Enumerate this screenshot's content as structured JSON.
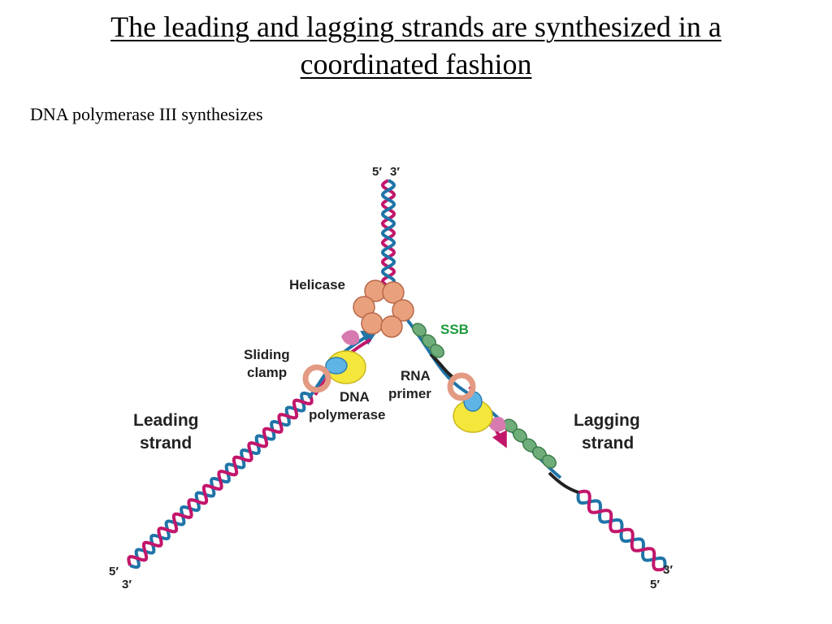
{
  "slide": {
    "title": "The leading and lagging strands are synthesized in a coordinated fashion",
    "subtitle": "DNA polymerase III synthesizes"
  },
  "diagram": {
    "labels": {
      "helicase": "Helicase",
      "ssb": "SSB",
      "sliding_clamp_line1": "Sliding",
      "sliding_clamp_line2": "clamp",
      "dna_polymerase_line1": "DNA",
      "dna_polymerase_line2": "polymerase",
      "rna_primer_line1": "RNA",
      "rna_primer_line2": "primer",
      "leading_strand_line1": "Leading",
      "leading_strand_line2": "strand",
      "lagging_strand_line1": "Lagging",
      "lagging_strand_line2": "strand"
    },
    "strand_ends": {
      "top_left": "5′",
      "top_right": "3′",
      "leading_five": "5′",
      "leading_three": "3′",
      "lagging_three": "3′",
      "lagging_five": "5′"
    },
    "colors": {
      "template_strand": "#1f74a8",
      "new_strand": "#c2166b",
      "rna_primer": "#222222",
      "helicase": "#e9a07c",
      "ssb": "#6fae7a",
      "sliding_clamp": "#e39a82",
      "polymerase_core": "#f5e63c",
      "polymerase_cap": "#5fb4e6",
      "ssb_label": "#1e9a3c"
    }
  }
}
